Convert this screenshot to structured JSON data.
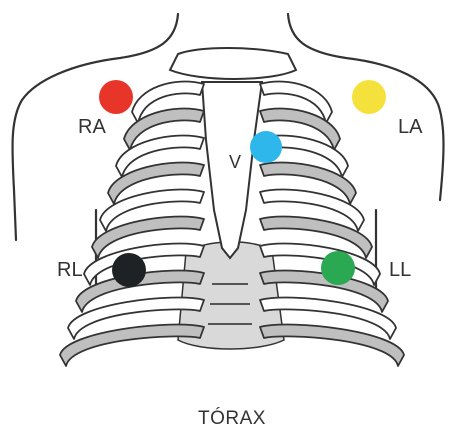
{
  "caption": "TÓRAX",
  "electrodes": [
    {
      "key": "ra",
      "label": "RA",
      "color": "#e8352a"
    },
    {
      "key": "la",
      "label": "LA",
      "color": "#f5e13c"
    },
    {
      "key": "v",
      "label": "V",
      "color": "#2eb7ea"
    },
    {
      "key": "rl",
      "label": "RL",
      "color": "#1f2224"
    },
    {
      "key": "ll",
      "label": "LL",
      "color": "#2aa852"
    }
  ],
  "colors": {
    "outline": "#333333",
    "rib_fill": "#ffffff",
    "rib_shadow": "#bfbfbf",
    "cavity": "#d9d9d9"
  }
}
